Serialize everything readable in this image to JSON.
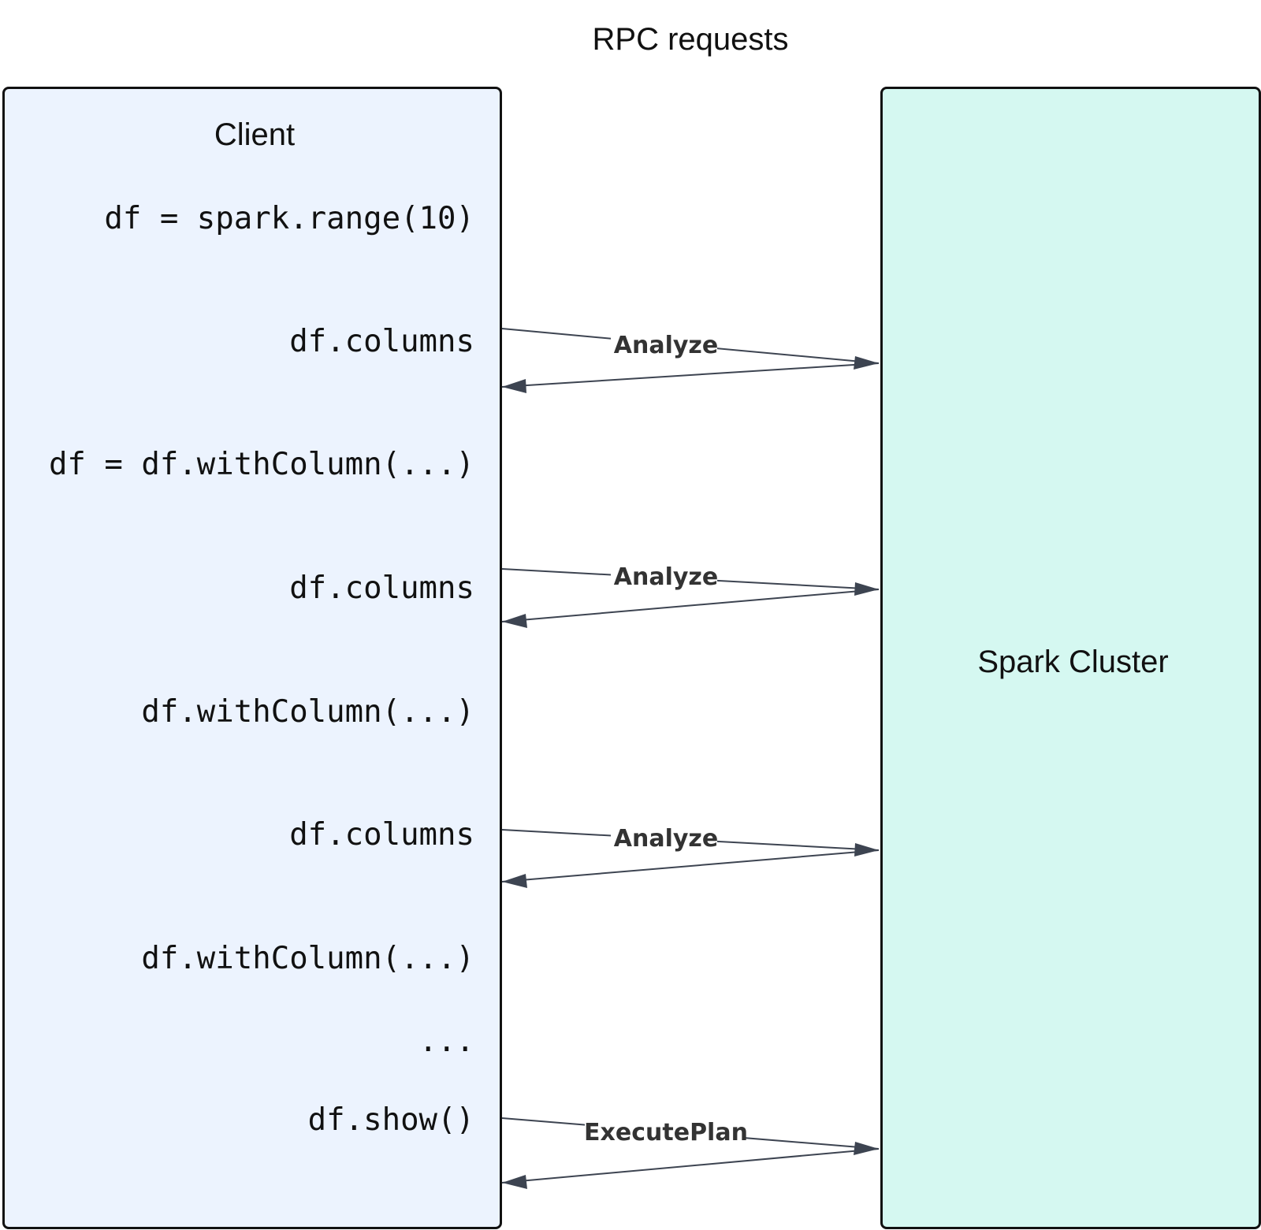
{
  "title": "RPC requests",
  "client": {
    "title": "Client",
    "lines": [
      "df = spark.range(10)",
      "df.columns",
      "df = df.withColumn(...)",
      "df.columns",
      "df.withColumn(...)",
      "df.columns",
      "df.withColumn(...)",
      "...",
      "df.show()"
    ]
  },
  "cluster": {
    "title": "Spark Cluster"
  },
  "requests": [
    {
      "label": "Analyze"
    },
    {
      "label": "Analyze"
    },
    {
      "label": "Analyze"
    },
    {
      "label": "ExecutePlan"
    }
  ],
  "colors": {
    "client_bg": "#ecf3fe",
    "cluster_bg": "#d5f8f1",
    "arrow": "#3d4451"
  }
}
